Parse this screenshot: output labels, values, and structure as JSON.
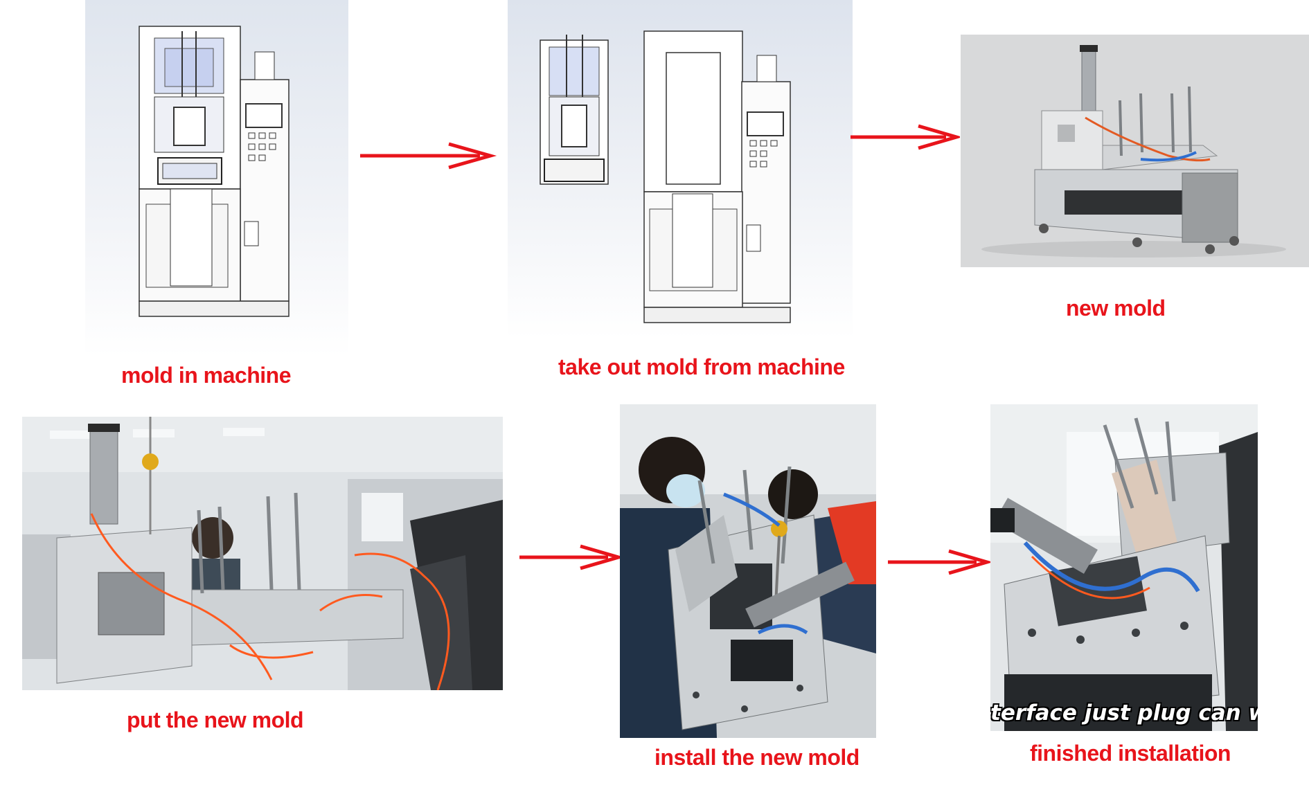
{
  "steps": {
    "step1": {
      "caption": "mold in machine"
    },
    "step2": {
      "caption": "take out  mold from machine"
    },
    "step3": {
      "caption": "new mold"
    },
    "step4": {
      "caption": "put the new mold"
    },
    "step5": {
      "caption": "install the new mold"
    },
    "step6": {
      "caption": "finished installation",
      "video_subtitle": "terface just plug can w"
    }
  },
  "colors": {
    "caption": "#e8141b",
    "arrow": "#e8141b",
    "cad_background": "#eef1f6"
  },
  "icons": [
    "arrow-right-icon"
  ]
}
